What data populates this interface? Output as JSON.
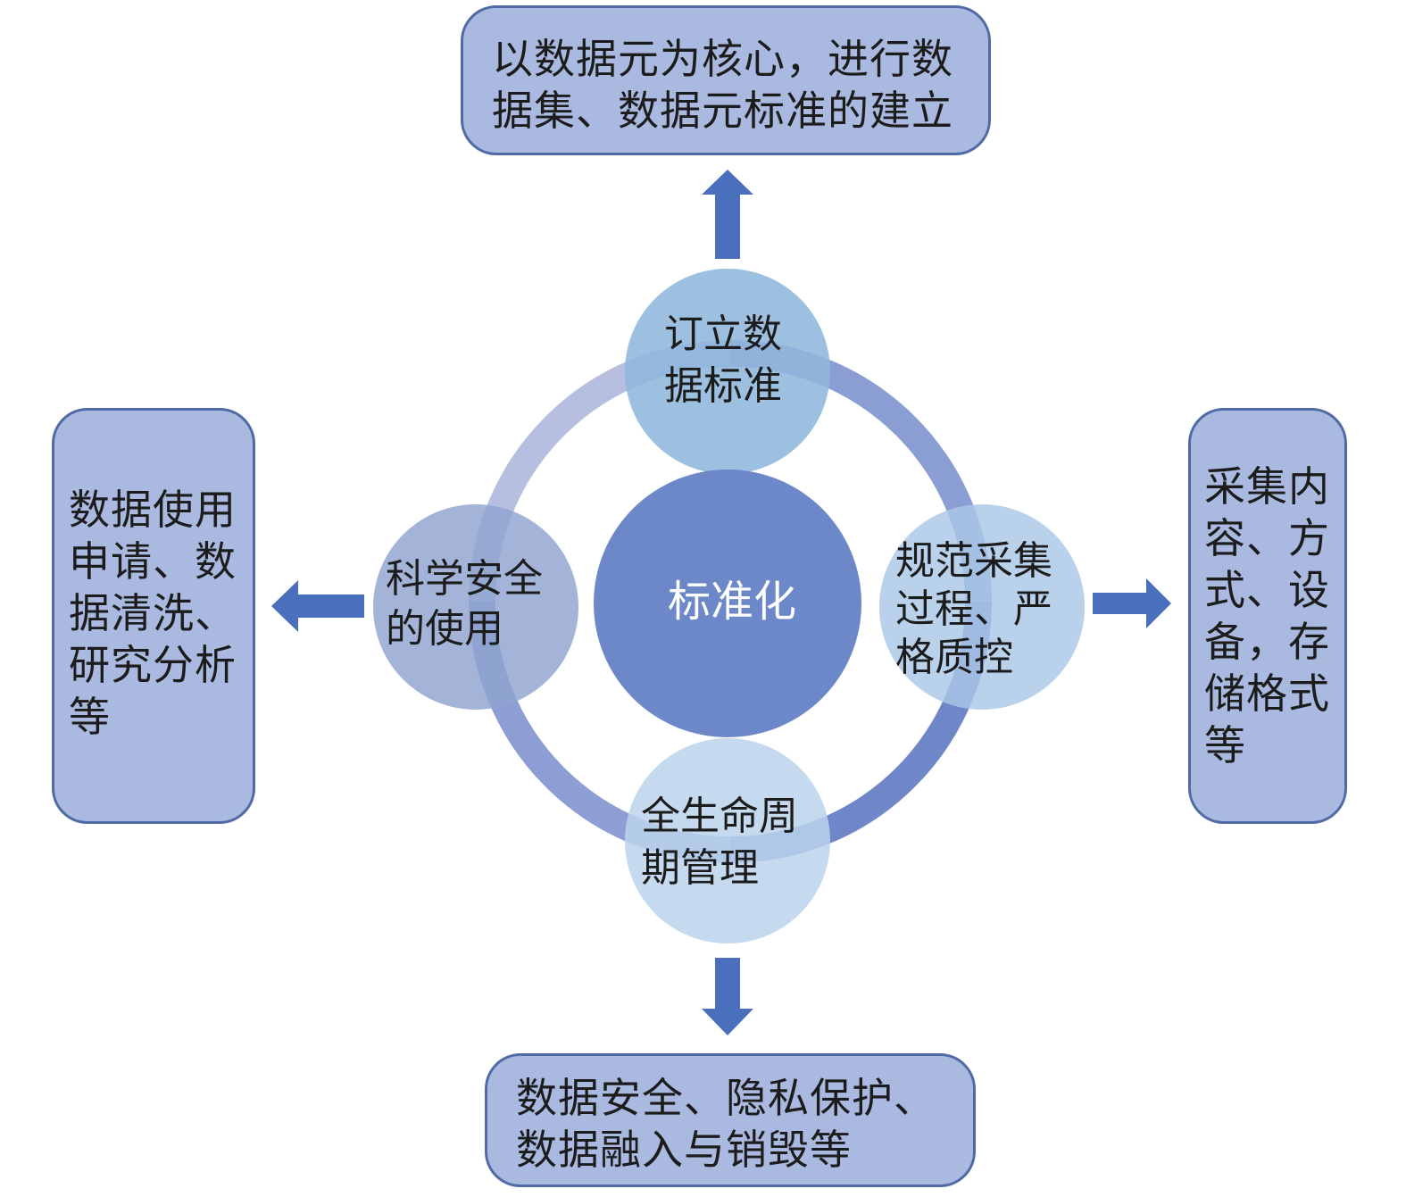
{
  "diagram": {
    "center": {
      "label": "标准化"
    },
    "nodes": {
      "top": {
        "lines": [
          "订立数",
          "据标准"
        ]
      },
      "right": {
        "lines": [
          "规范采集",
          "过程、严",
          "格质控"
        ]
      },
      "bottom": {
        "lines": [
          "全生命周",
          "期管理"
        ]
      },
      "left": {
        "lines": [
          "科学安全",
          "的使用"
        ]
      }
    },
    "boxes": {
      "top": {
        "lines": [
          "以数据元为核心，进行数",
          "据集、数据元标准的建立"
        ]
      },
      "right": {
        "lines": [
          "采集内",
          "容、方",
          "式、设",
          "备，存",
          "储格式",
          "等"
        ]
      },
      "bottom": {
        "lines": [
          "数据安全、隐私保护、",
          "数据融入与销毁等"
        ]
      },
      "left": {
        "lines": [
          "数据使用",
          "申请、数",
          "据清洗、",
          "研究分析",
          "等"
        ]
      }
    },
    "colors": {
      "box_fill": "#a9b9e0",
      "box_border": "#4f6aa4",
      "arrow": "#4a6fbd",
      "center_fill": "#6c88c8",
      "ring": "#8a9ed3"
    }
  }
}
